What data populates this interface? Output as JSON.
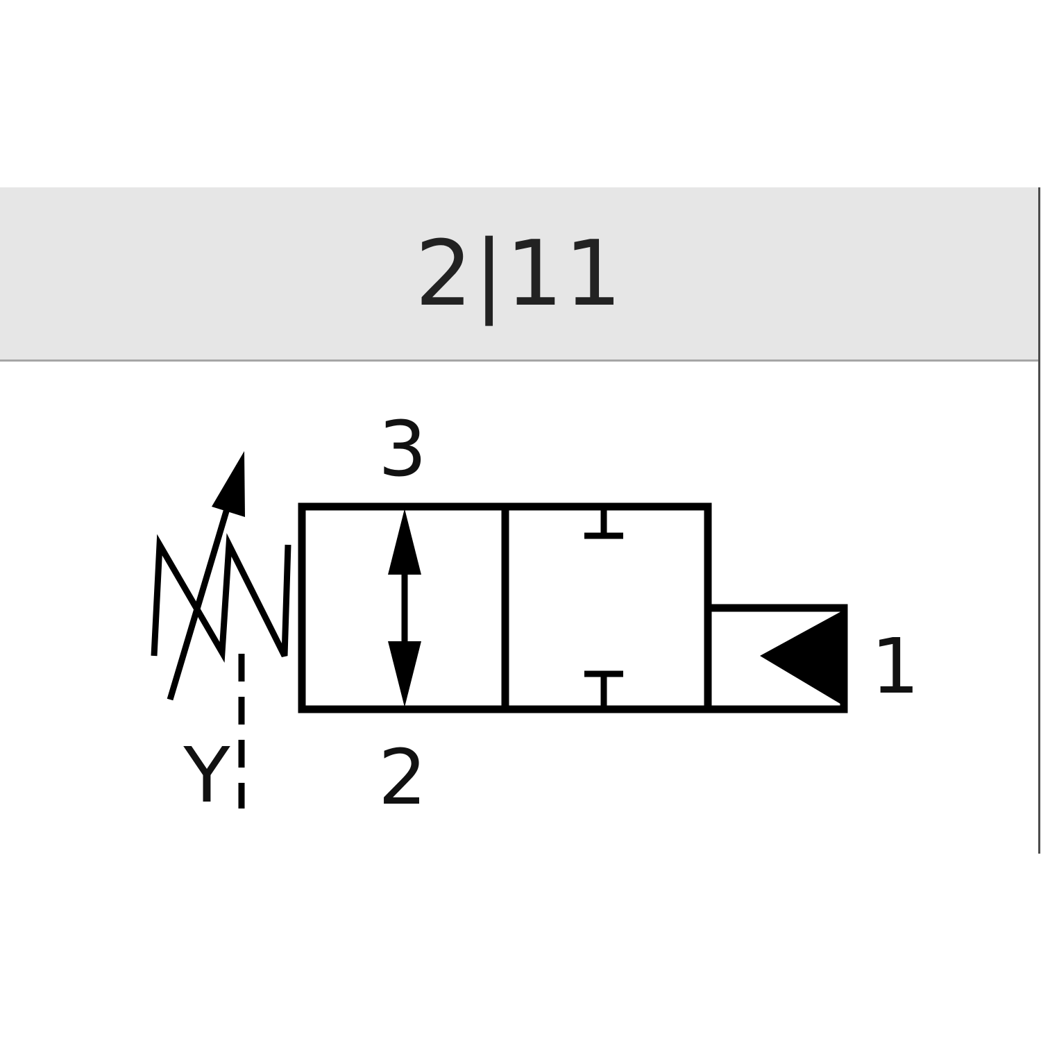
{
  "header": {
    "title": "2|11"
  },
  "ports": {
    "top": "3",
    "bottom": "2",
    "right": "1",
    "pilot": "Y"
  },
  "colors": {
    "header_background": "#e6e6e6",
    "header_rule": "#a6a6a6",
    "line": "#000000",
    "label": "#111111"
  }
}
